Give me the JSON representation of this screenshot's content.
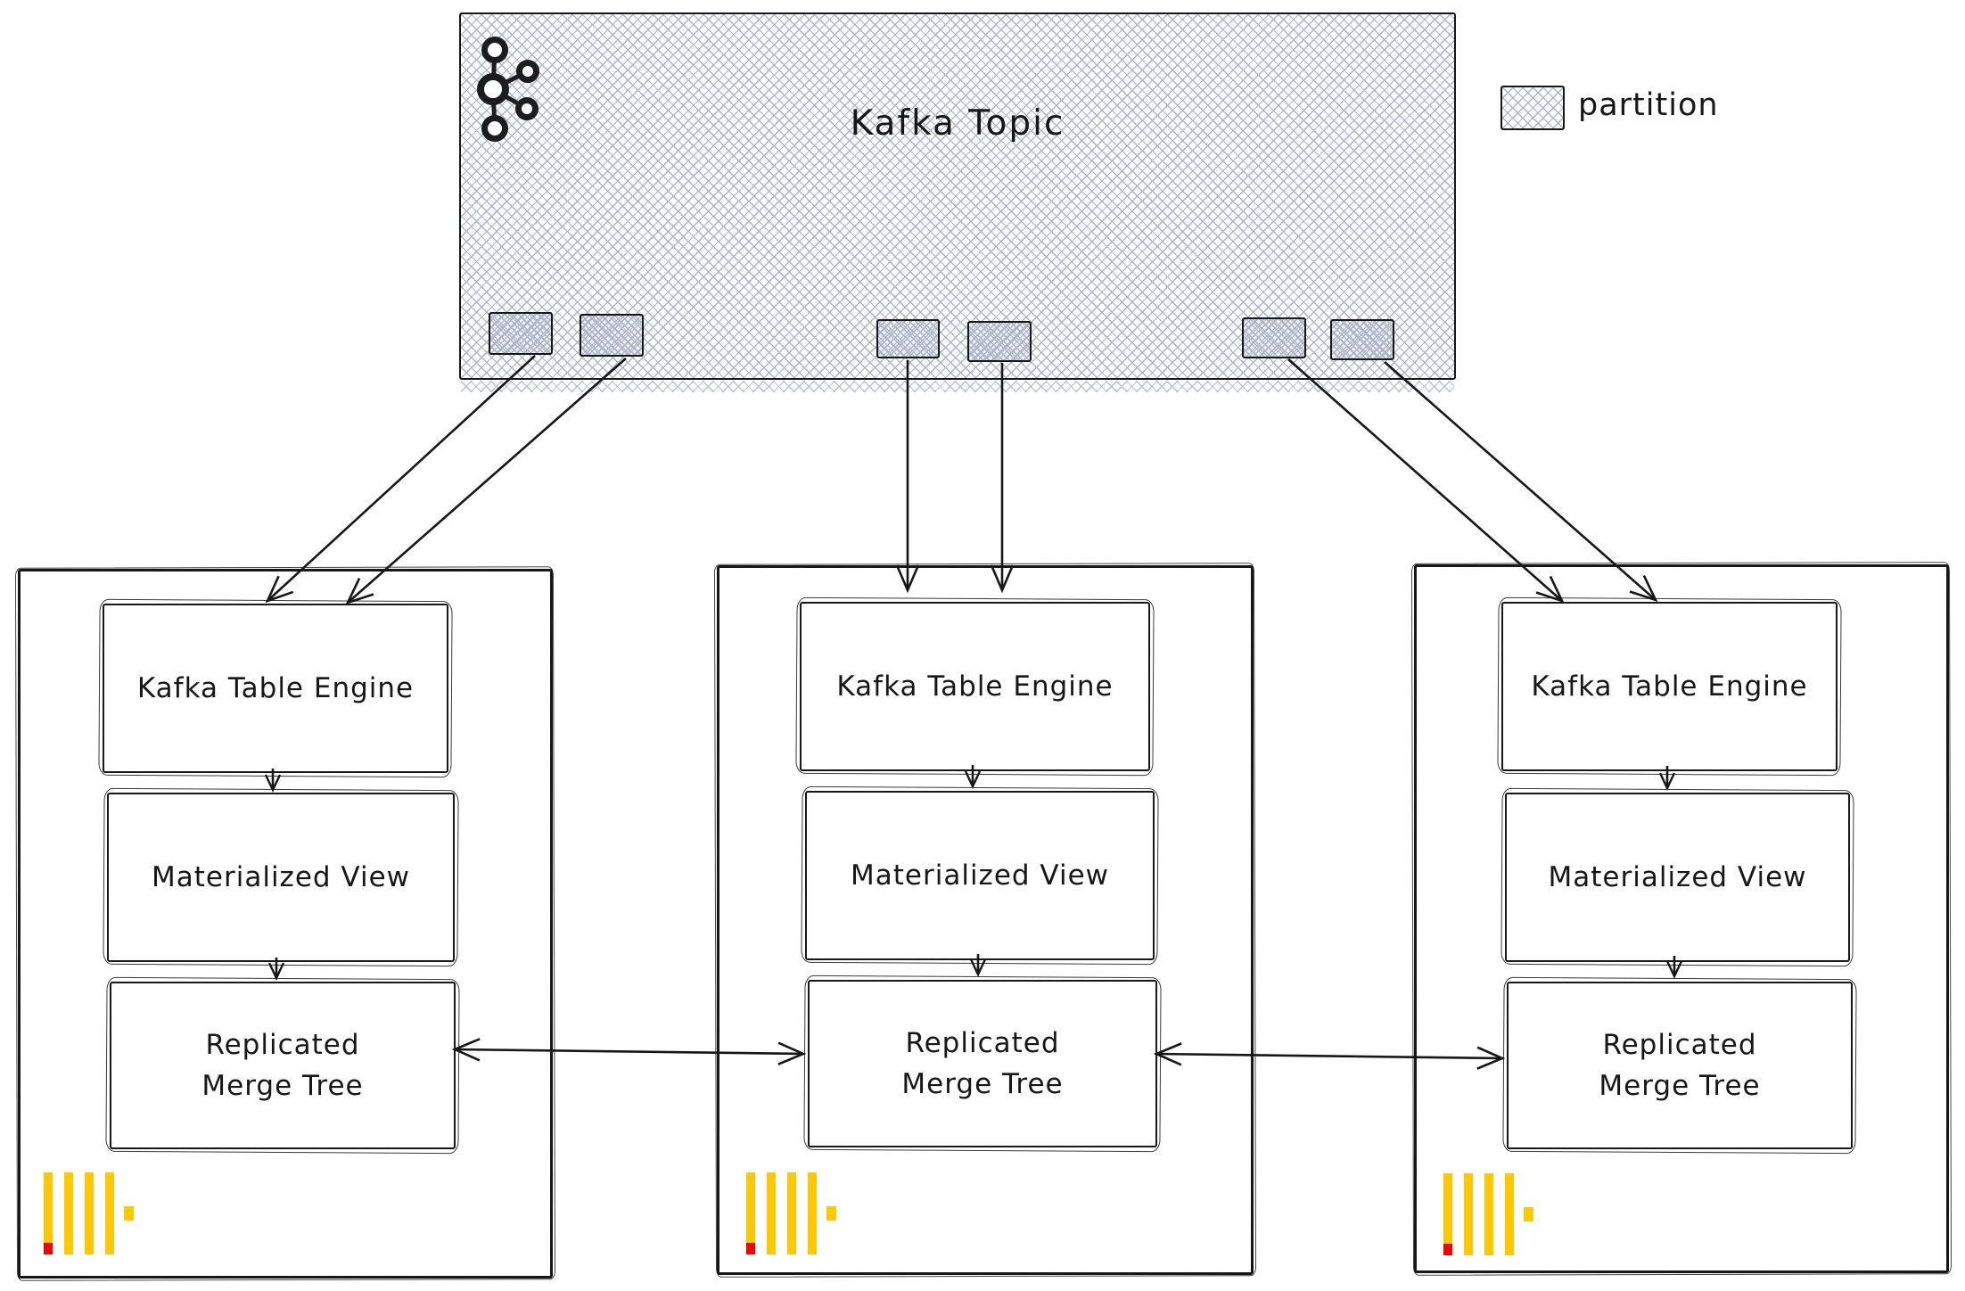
{
  "kafka": {
    "title": "Kafka Topic"
  },
  "legend": {
    "label": "partition"
  },
  "nodes": [
    {
      "kafka_engine": "Kafka Table Engine",
      "materialized_view": "Materialized View",
      "merge_tree_line1": "Replicated",
      "merge_tree_line2": "Merge Tree"
    },
    {
      "kafka_engine": "Kafka Table Engine",
      "materialized_view": "Materialized View",
      "merge_tree_line1": "Replicated",
      "merge_tree_line2": "Merge Tree"
    },
    {
      "kafka_engine": "Kafka Table Engine",
      "materialized_view": "Materialized View",
      "merge_tree_line1": "Replicated",
      "merge_tree_line2": "Merge Tree"
    }
  ],
  "icons": {
    "kafka_logo": "kafka-logo",
    "clickhouse_logo": "clickhouse-logo",
    "partition_swatch": "crosshatch-swatch"
  },
  "colors": {
    "ink": "#171717",
    "hatch_line": "#aab4c6",
    "clickhouse_yellow": "#FFC800",
    "clickhouse_red": "#F40000"
  }
}
